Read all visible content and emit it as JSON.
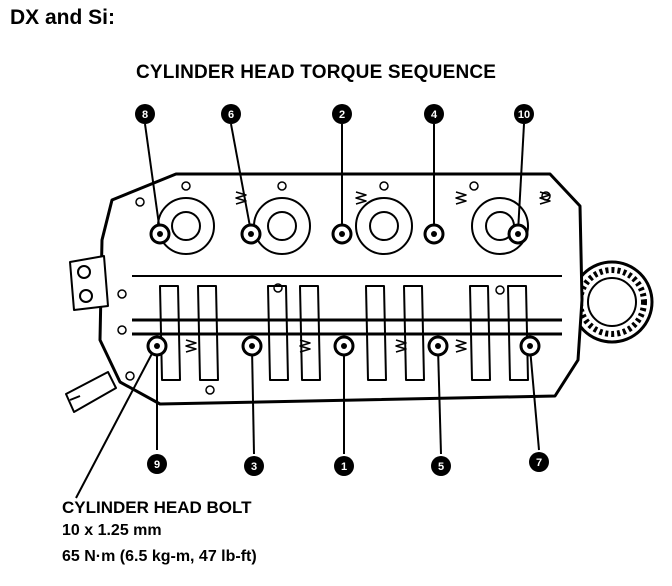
{
  "heading": "DX and Si:",
  "title": "CYLINDER HEAD TORQUE SEQUENCE",
  "callout": {
    "name": "CYLINDER HEAD BOLT",
    "size": "10 x 1.25 mm",
    "torque": "65 N·m (6.5 kg-m, 47 lb-ft)"
  },
  "bolts": [
    {
      "label": "1"
    },
    {
      "label": "2"
    },
    {
      "label": "3"
    },
    {
      "label": "4"
    },
    {
      "label": "5"
    },
    {
      "label": "6"
    },
    {
      "label": "7"
    },
    {
      "label": "8"
    },
    {
      "label": "9"
    },
    {
      "label": "10"
    }
  ],
  "colors": {
    "ink": "#000000",
    "paper": "#ffffff"
  }
}
